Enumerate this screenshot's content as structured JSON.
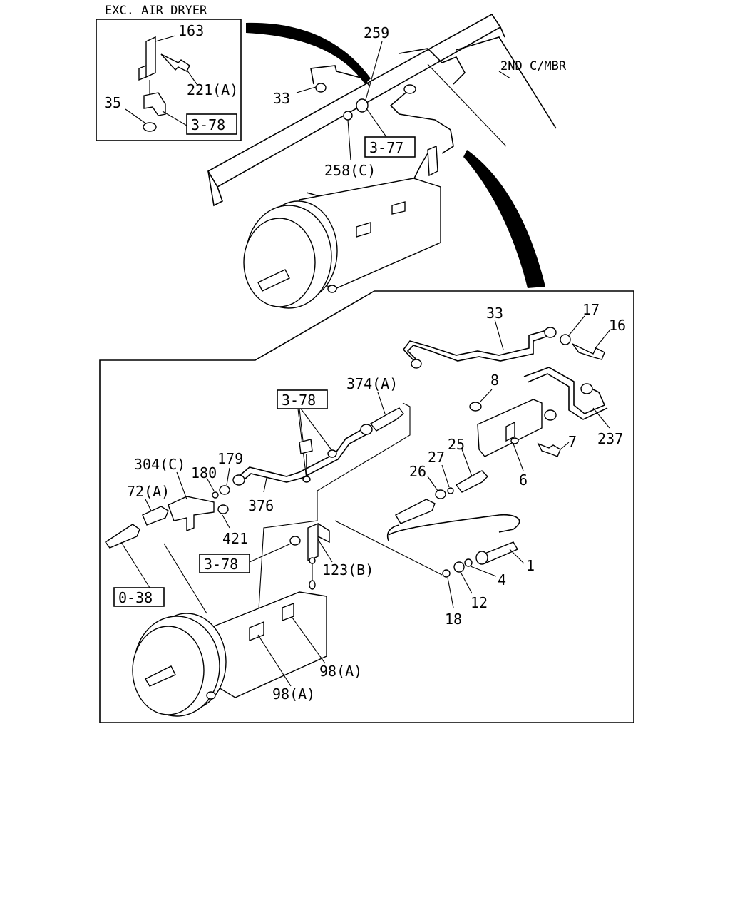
{
  "inset": {
    "title": "EXC. AIR DRYER",
    "labels": [
      "163",
      "221(A)",
      "35"
    ],
    "ref": "3-78"
  },
  "top_view": {
    "labels": [
      "259",
      "2ND C/MBR",
      "33",
      "258(C)"
    ],
    "ref": "3-77"
  },
  "detail": {
    "labels": {
      "p33": "33",
      "p17": "17",
      "p16": "16",
      "p8": "8",
      "p237": "237",
      "p7": "7",
      "p25": "25",
      "p27": "27",
      "p26": "26",
      "p6": "6",
      "p374a": "374(A)",
      "p304c": "304(C)",
      "p179": "179",
      "p180": "180",
      "p72a": "72(A)",
      "p376": "376",
      "p421": "421",
      "p123b": "123(B)",
      "p1": "1",
      "p4": "4",
      "p12": "12",
      "p18": "18",
      "p98a_right": "98(A)",
      "p98a_left": "98(A)"
    },
    "refs": {
      "r378_top": "3-78",
      "r378_mid": "3-78",
      "r038": "0-38"
    }
  }
}
